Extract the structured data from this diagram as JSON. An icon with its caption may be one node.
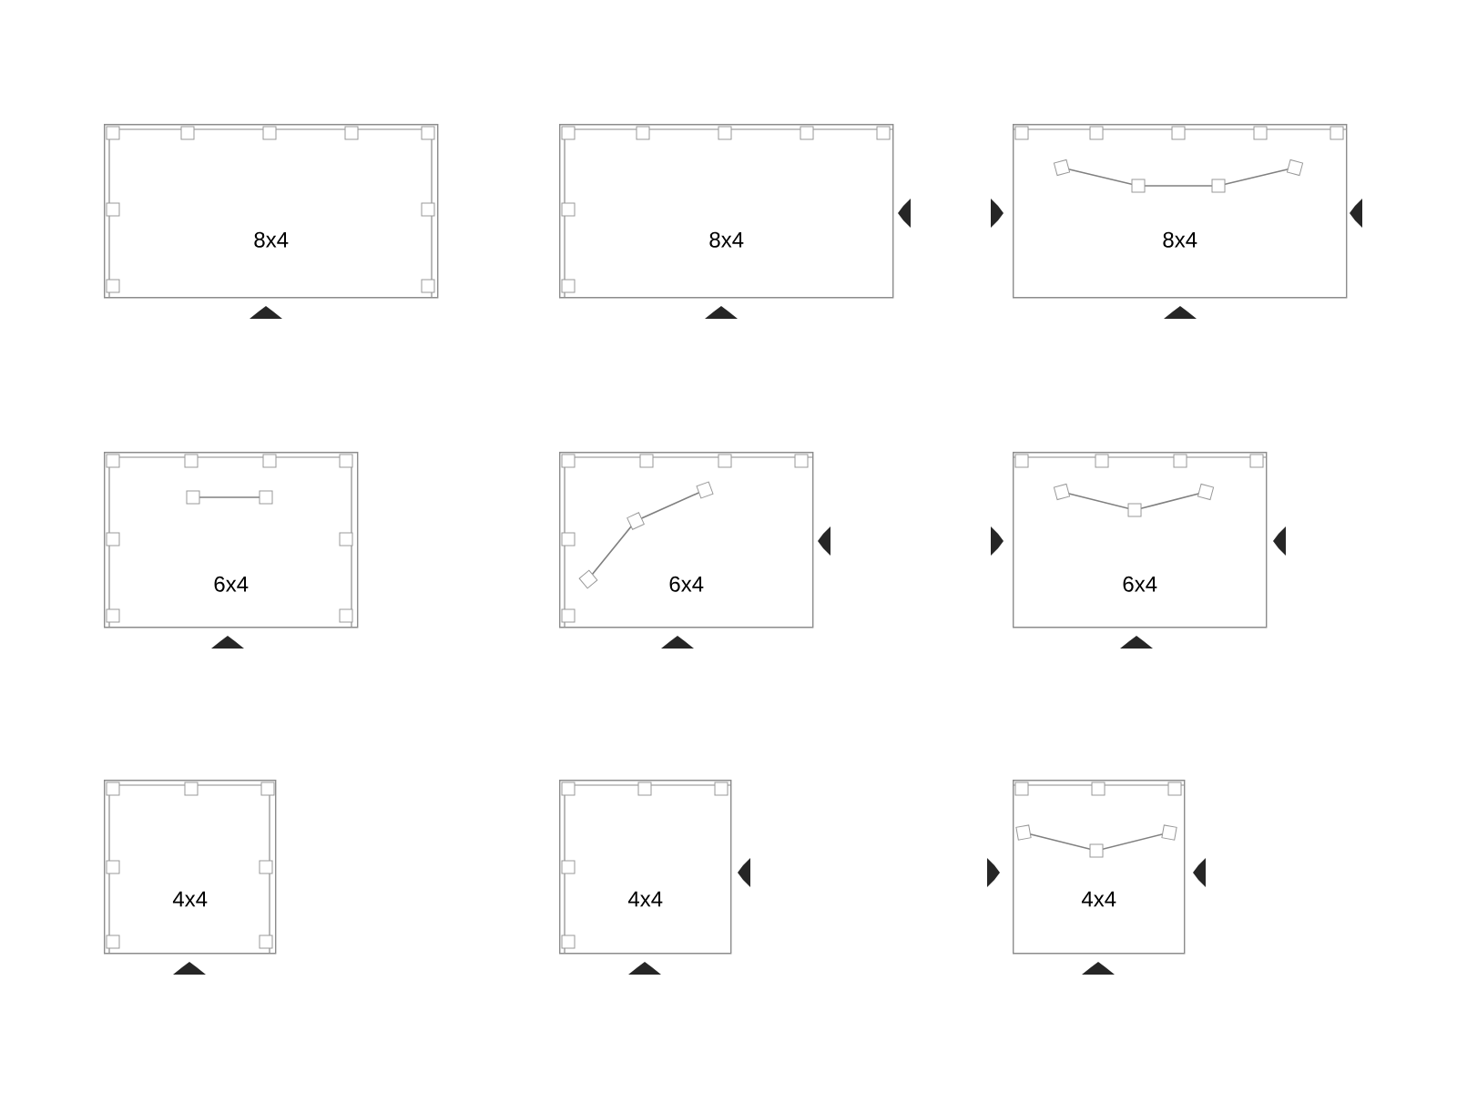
{
  "diagram": {
    "nodes": [
      {
        "text": [
          "8x4"
        ]
      },
      {
        "text": [
          "8x4"
        ]
      },
      {
        "text": [
          "8x4"
        ]
      },
      {
        "text": [
          "6x4"
        ]
      },
      {
        "text": [
          "6x4"
        ]
      },
      {
        "text": [
          "6x4"
        ]
      },
      {
        "text": [
          "4x4"
        ]
      },
      {
        "text": [
          "4x4"
        ]
      },
      {
        "text": [
          "4x4"
        ]
      }
    ]
  }
}
